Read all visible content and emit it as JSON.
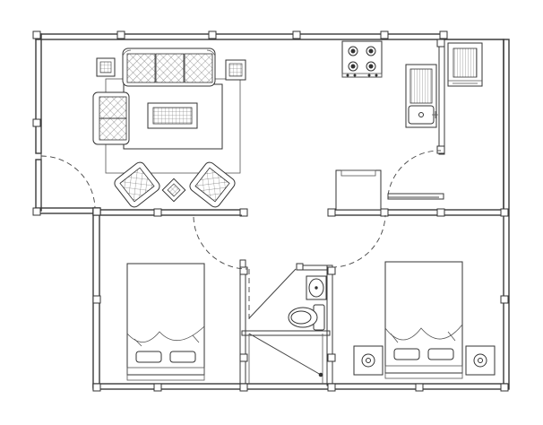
{
  "plan": {
    "rooms": [
      "living-room",
      "kitchen",
      "bedroom-left",
      "bedroom-right",
      "bathroom",
      "closet"
    ],
    "colors": {
      "line": "#3a3a3a",
      "background": "#ffffff"
    }
  }
}
